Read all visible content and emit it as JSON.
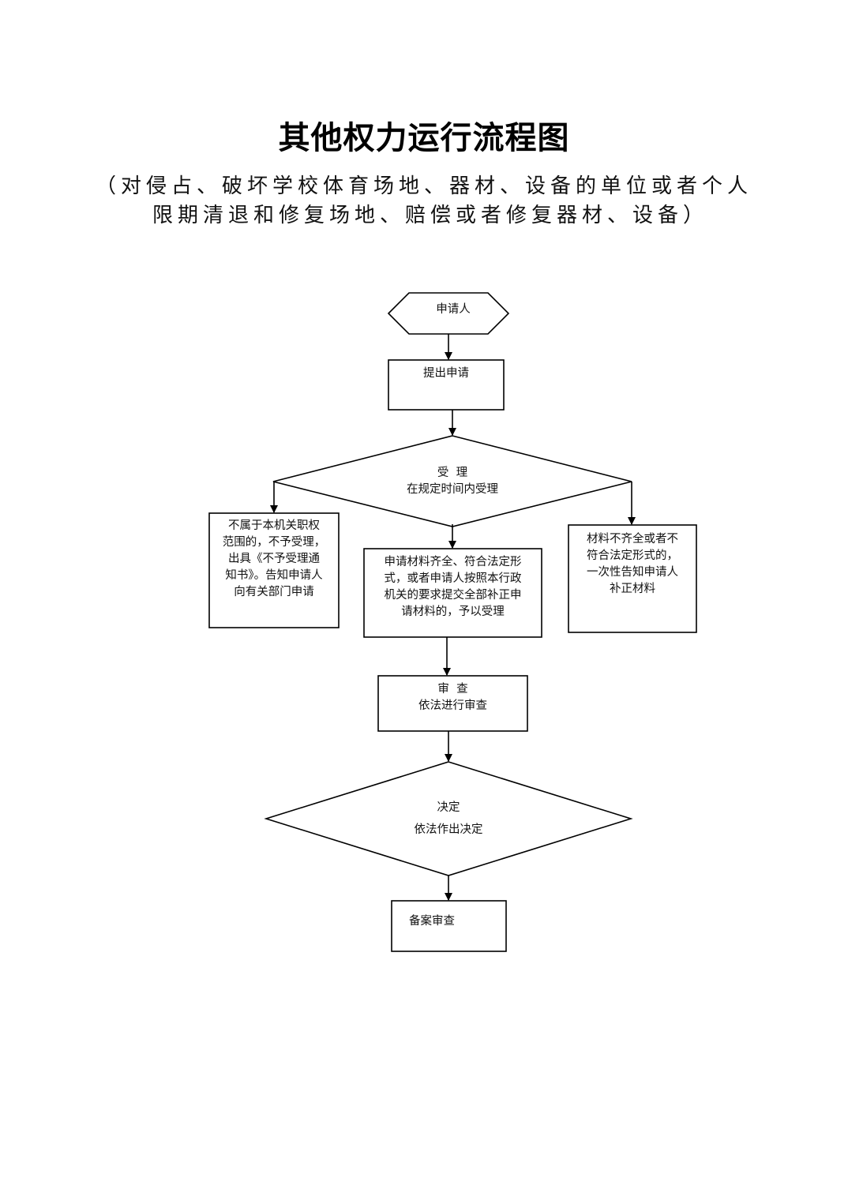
{
  "title": "其他权力运行流程图",
  "subtitle": {
    "line1": "（对侵占、破坏学校体育场地、器材、设备的单位或者个人",
    "line2": "限期清退和修复场地、赔偿或者修复器材、设备）"
  },
  "flowchart": {
    "applicant": {
      "label": "申请人"
    },
    "submit": {
      "label": "提出申请"
    },
    "accept_decision": {
      "title": "受  理",
      "detail": "在规定时间内受理"
    },
    "reject_box": {
      "lines": [
        "不属于本机关职权",
        "范围的，不予受理，",
        "出具《不予受理通",
        "知书》。告知申请人",
        "向有关部门申请"
      ]
    },
    "accept_box": {
      "lines": [
        "申请材料齐全、符合法定形",
        "式，或者申请人按照本行政",
        "机关的要求提交全部补正申",
        "请材料的，予以受理"
      ]
    },
    "supplement_box": {
      "lines": [
        "材料不齐全或者不",
        "符合法定形式的，",
        "一次性告知申请人",
        "补正材料"
      ]
    },
    "review": {
      "title": "审  查",
      "detail": "依法进行审查"
    },
    "decision": {
      "title": "决定",
      "detail": "依法作出决定"
    },
    "filing": {
      "label": "备案审查"
    }
  },
  "colors": {
    "line": "#000000",
    "background": "#ffffff"
  }
}
